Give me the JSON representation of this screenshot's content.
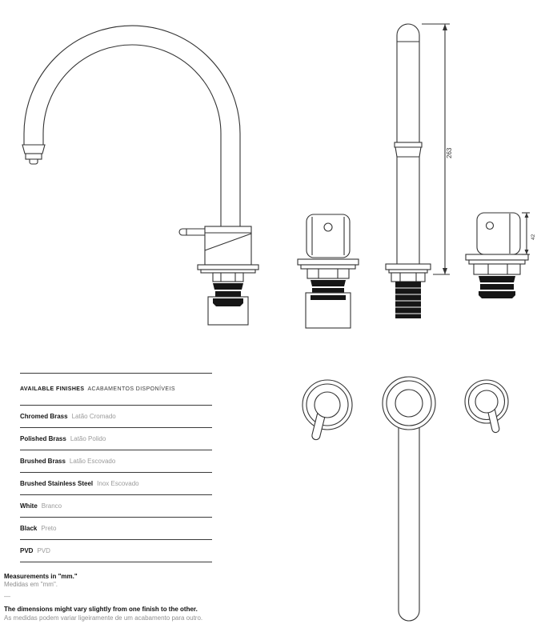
{
  "colors": {
    "line": "#333333",
    "thread_fill": "#161616",
    "muted_text": "#9a9a9a"
  },
  "dimensions": {
    "spout_height": "263",
    "handle_height": "42"
  },
  "finishes_table": {
    "header_en": "AVAILABLE FINISHES",
    "header_pt": "ACABAMENTOS DISPONÍVEIS",
    "rows": [
      {
        "en": "Chromed Brass",
        "pt": "Latão Cromado"
      },
      {
        "en": "Polished Brass",
        "pt": "Latão Polido"
      },
      {
        "en": "Brushed Brass",
        "pt": "Latão Escovado"
      },
      {
        "en": "Brushed Stainless Steel",
        "pt": "Inox Escovado"
      },
      {
        "en": "White",
        "pt": "Branco"
      },
      {
        "en": "Black",
        "pt": "Preto"
      },
      {
        "en": "PVD",
        "pt": "PVD"
      }
    ]
  },
  "notes": {
    "measurements_en": "Measurements in \"mm.\"",
    "measurements_pt": "Medidas em \"mm\".",
    "separator": "—",
    "variance_en": "The dimensions might vary slightly from one finish to the other.",
    "variance_pt": "As medidas podem variar ligeiramente de um acabamento para outro."
  }
}
